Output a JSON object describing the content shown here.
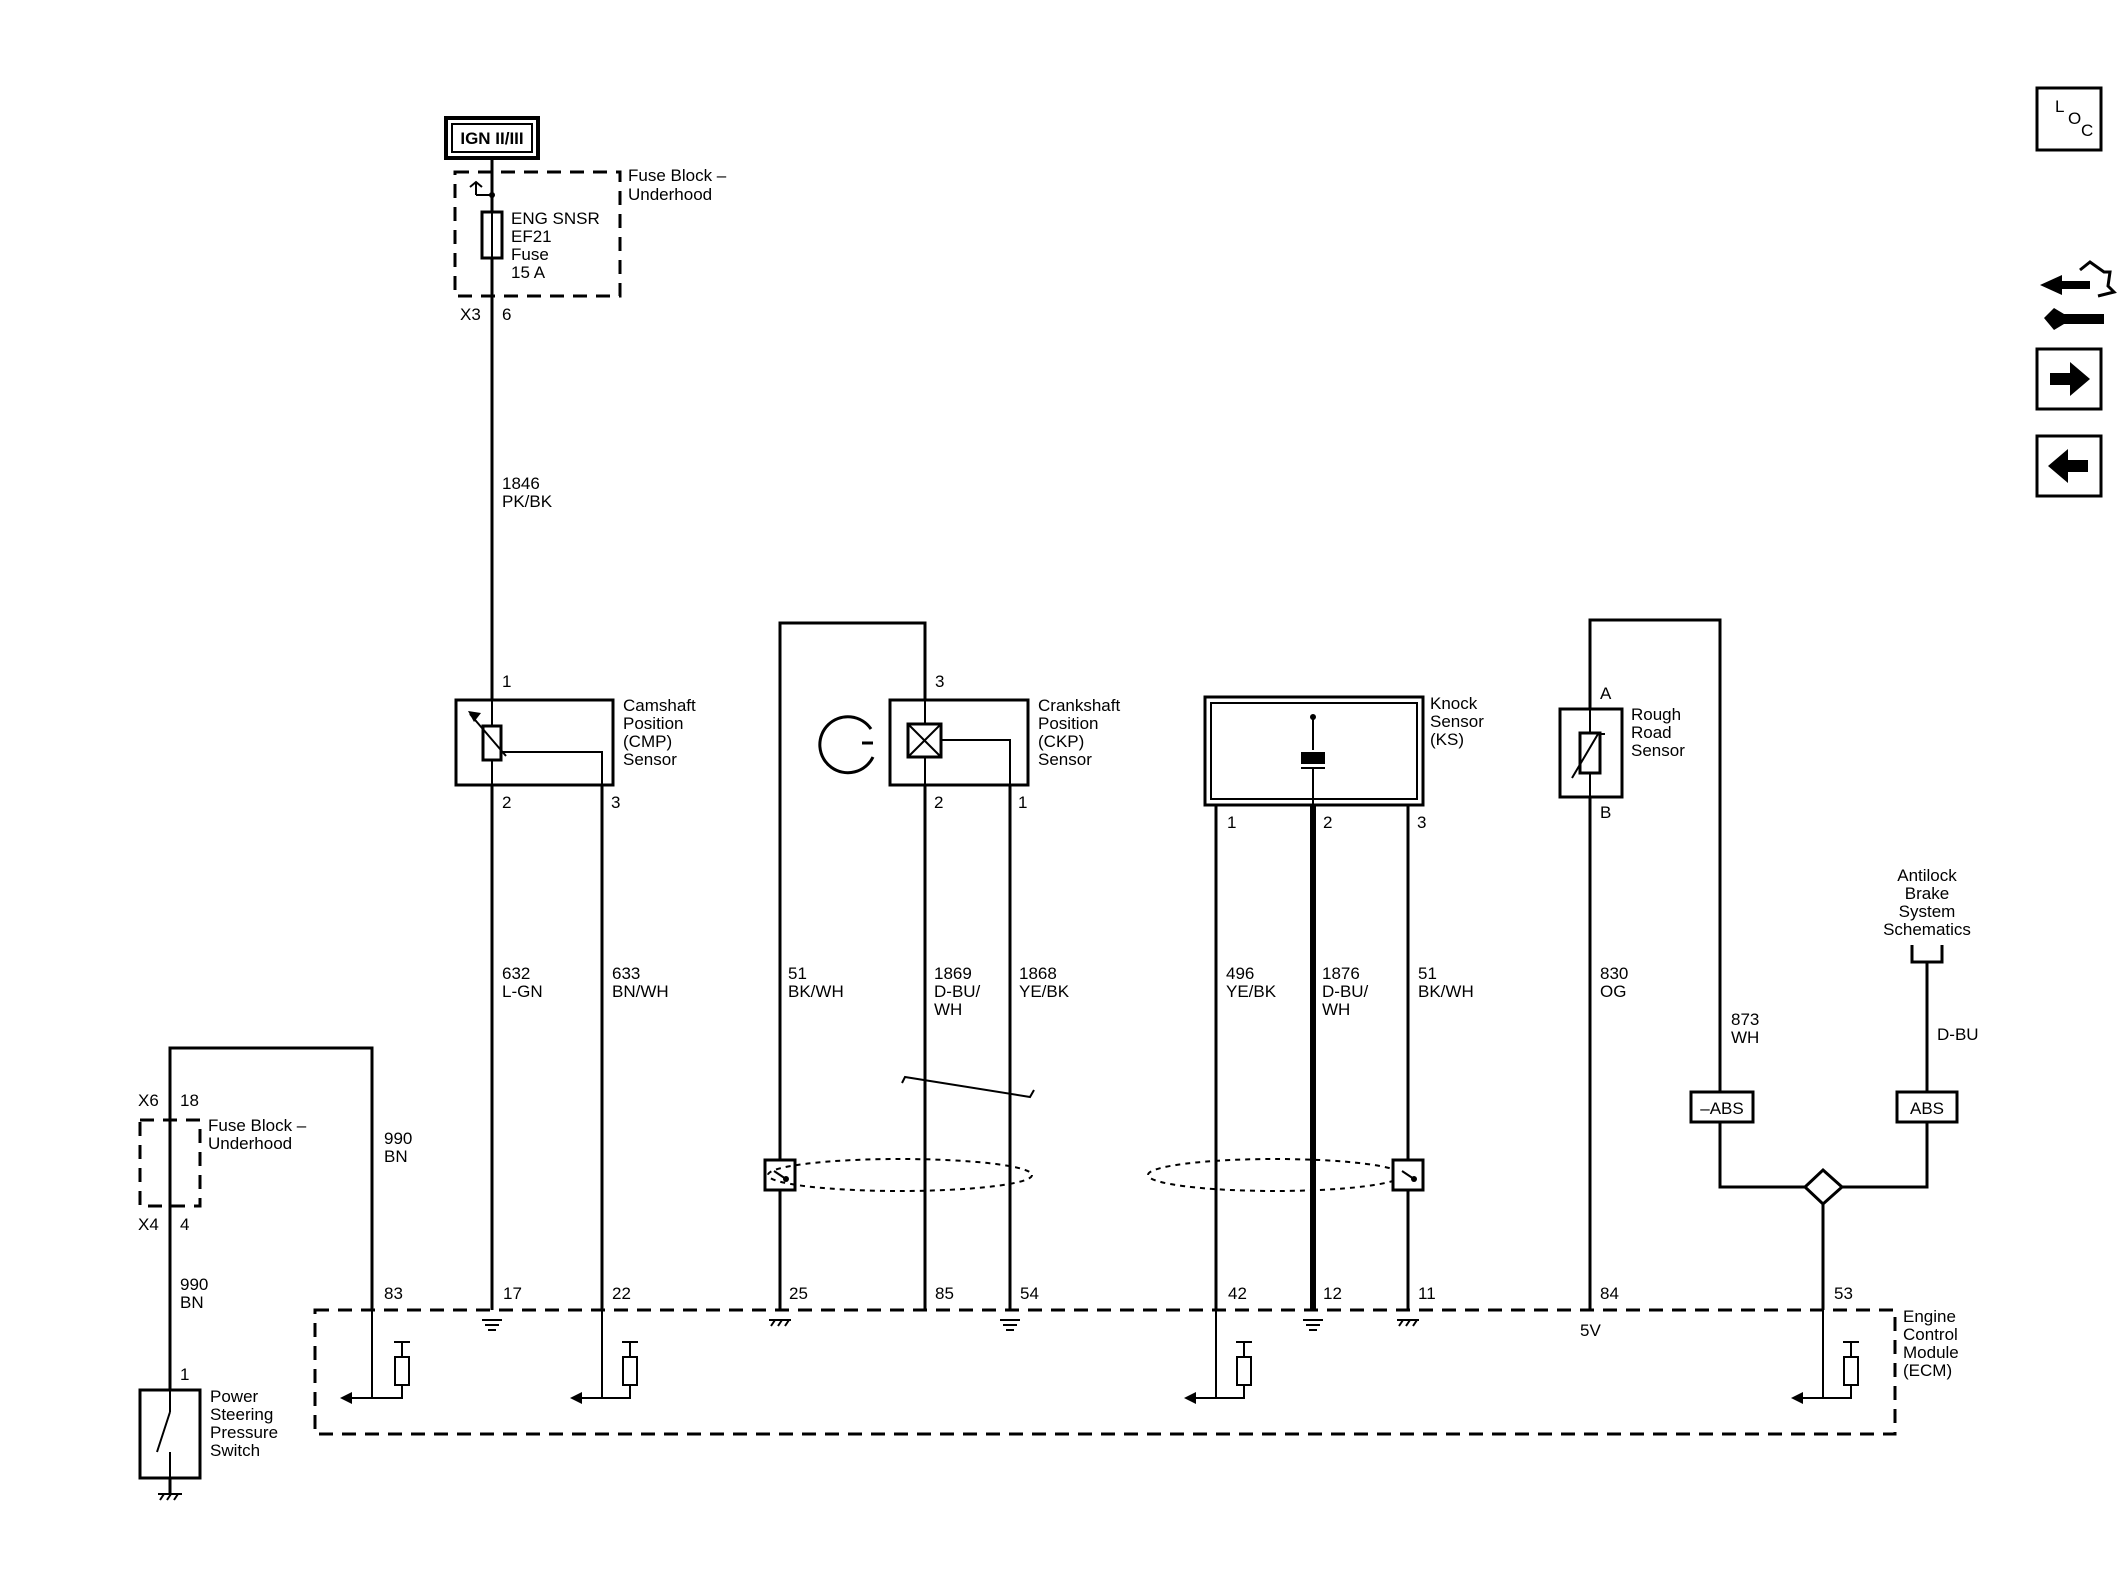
{
  "power": {
    "ign_label": "IGN II/III"
  },
  "fuse_block_top": {
    "label_l1": "Fuse Block –",
    "label_l2": "Underhood",
    "fuse_l1": "ENG SNSR",
    "fuse_l2": "EF21",
    "fuse_l3": "Fuse",
    "fuse_l4": "15 A",
    "connector": "X3",
    "pin": "6"
  },
  "wires": {
    "w1846_num": "1846",
    "w1846_color": "PK/BK",
    "w632_num": "632",
    "w632_color": "L-GN",
    "w633_num": "633",
    "w633_color": "BN/WH",
    "w51a_num": "51",
    "w51a_color": "BK/WH",
    "w1869_num": "1869",
    "w1869_color_l1": "D-BU/",
    "w1869_color_l2": "WH",
    "w1868_num": "1868",
    "w1868_color": "YE/BK",
    "w496_num": "496",
    "w496_color": "YE/BK",
    "w1876_num": "1876",
    "w1876_color_l1": "D-BU/",
    "w1876_color_l2": "WH",
    "w51b_num": "51",
    "w51b_color": "BK/WH",
    "w830_num": "830",
    "w830_color": "OG",
    "w873_num": "873",
    "w873_color": "WH",
    "dbu_color": "D-BU",
    "w990a_num": "990",
    "w990a_color": "BN",
    "w990b_num": "990",
    "w990b_color": "BN"
  },
  "cmp_sensor": {
    "l1": "Camshaft",
    "l2": "Position",
    "l3": "(CMP)",
    "l4": "Sensor",
    "pin1": "1",
    "pin2": "2",
    "pin3": "3"
  },
  "ckp_sensor": {
    "l1": "Crankshaft",
    "l2": "Position",
    "l3": "(CKP)",
    "l4": "Sensor",
    "pin3": "3",
    "pin2": "2",
    "pin1": "1"
  },
  "knock_sensor": {
    "l1": "Knock",
    "l2": "Sensor",
    "l3": "(KS)",
    "pin1": "1",
    "pin2": "2",
    "pin3": "3"
  },
  "rough_road": {
    "l1": "Rough",
    "l2": "Road",
    "l3": "Sensor",
    "pinA": "A",
    "pinB": "B"
  },
  "abs": {
    "schem_l1": "Antilock",
    "schem_l2": "Brake",
    "schem_l3": "System",
    "schem_l4": "Schematics",
    "tag_neg": "–ABS",
    "tag_pos": "ABS"
  },
  "fuse_block_left": {
    "label_l1": "Fuse Block –",
    "label_l2": "Underhood",
    "conn_top": "X6",
    "pin_top": "18",
    "conn_bot": "X4",
    "pin_bot": "4"
  },
  "ps_switch": {
    "l1": "Power",
    "l2": "Steering",
    "l3": "Pressure",
    "l4": "Switch",
    "pin": "1"
  },
  "ecm": {
    "l1": "Engine",
    "l2": "Control",
    "l3": "Module",
    "l4": "(ECM)",
    "pins": [
      "83",
      "17",
      "22",
      "25",
      "85",
      "54",
      "42",
      "12",
      "11",
      "84",
      "53"
    ],
    "ref_5v": "5V"
  },
  "nav": {
    "loc_l": "L",
    "loc_o": "O",
    "loc_c": "C",
    "icons": [
      "loc-icon",
      "component-views-icon",
      "next-page-icon",
      "previous-page-icon"
    ]
  }
}
